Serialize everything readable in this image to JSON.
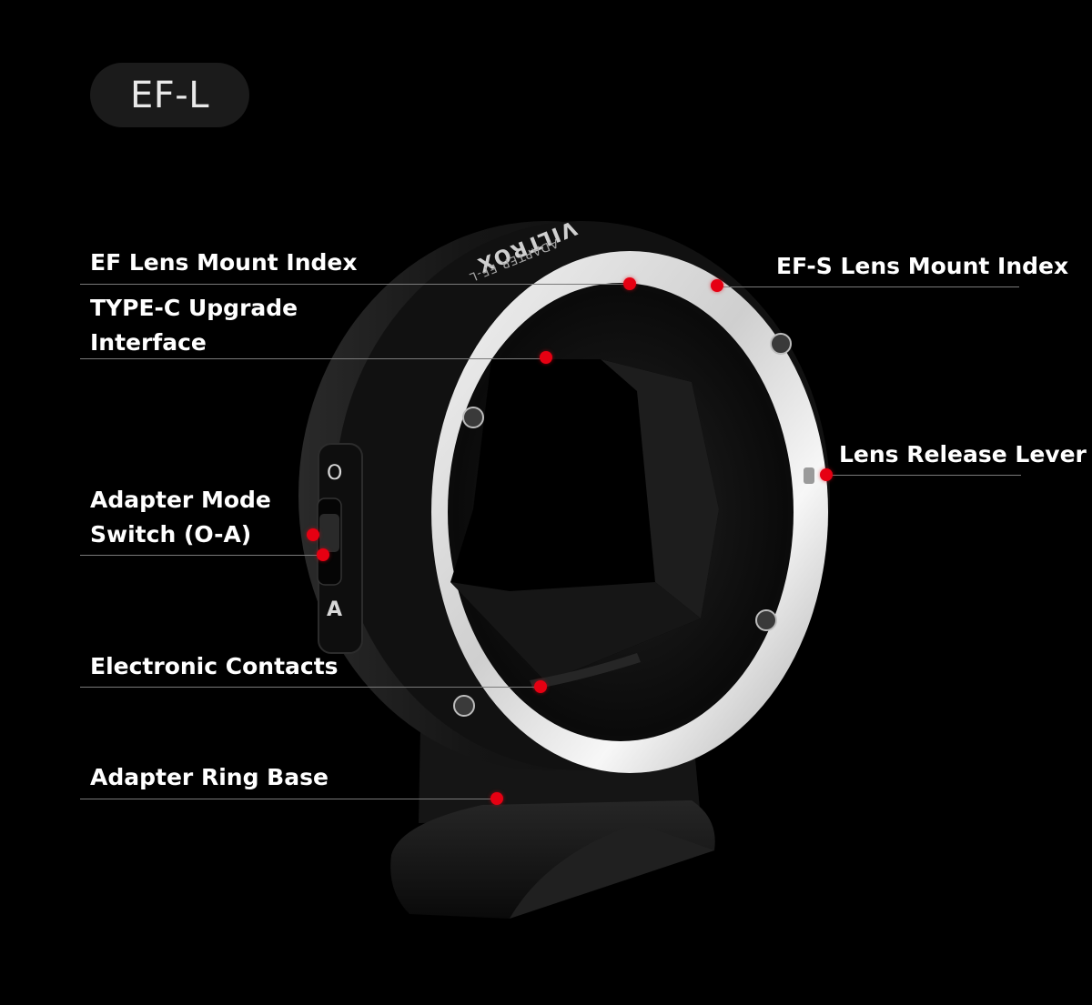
{
  "badge": {
    "label": "EF-L"
  },
  "brand": {
    "ring_text": "VILTROX",
    "model_text": "ADAPTER EF-L"
  },
  "switch": {
    "top_label": "O",
    "bottom_label": "A"
  },
  "colors": {
    "background": "#000000",
    "pin": "#e60012",
    "leader": "#7a7a7a",
    "text": "#ffffff"
  },
  "callouts": {
    "ef_index": "EF Lens Mount Index",
    "type_c_line1": "TYPE-C Upgrade",
    "type_c_line2": "Interface",
    "mode_switch_line1": "Adapter Mode",
    "mode_switch_line2": "Switch (O-A)",
    "contacts": "Electronic Contacts",
    "ring_base": "Adapter Ring Base",
    "efs_index": "EF-S Lens Mount Index",
    "release_lever": "Lens Release Lever"
  }
}
